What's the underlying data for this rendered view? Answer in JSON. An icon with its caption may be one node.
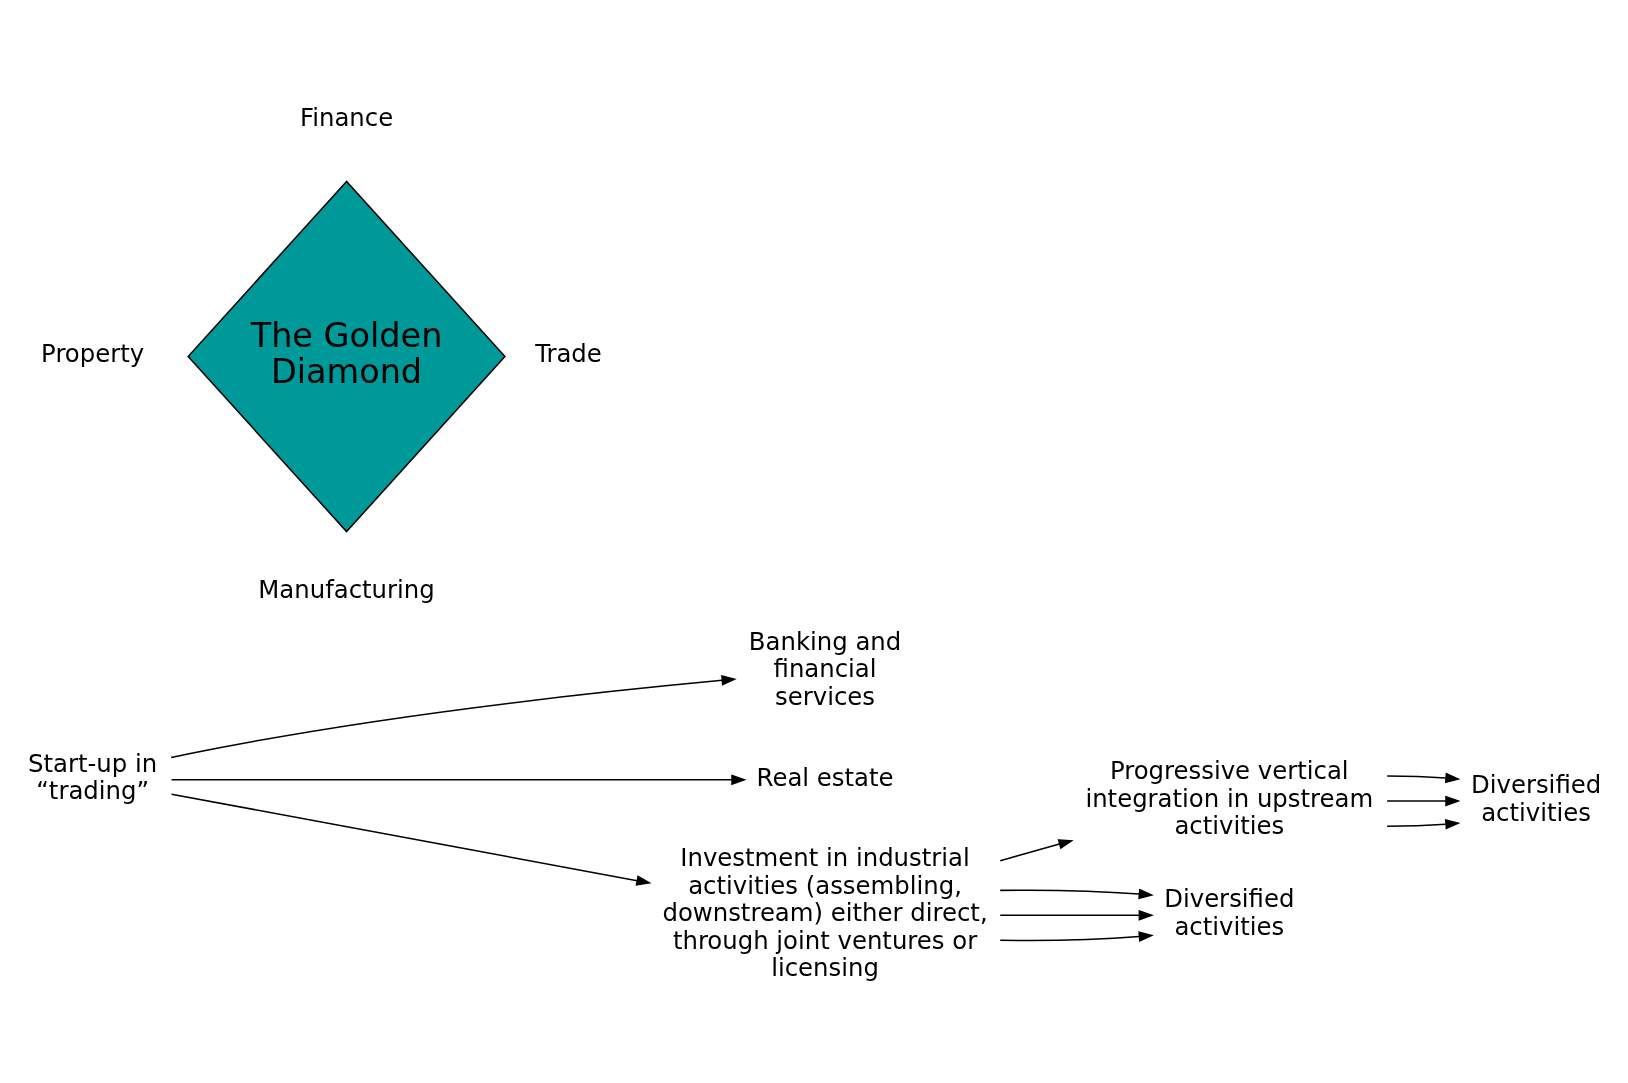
{
  "diagram": {
    "nodes": [
      {
        "text": [
          "Start-up in “trading”"
        ]
      },
      {
        "text": [
          "Banking and financial services"
        ]
      },
      {
        "text": [
          "Real estate"
        ]
      },
      {
        "text": [
          "Progressive vertical integration in upstream activities"
        ]
      },
      {
        "text": [
          "Investment in industrial activities (assembling, downstream) either direct, through joint ventures or licensing"
        ]
      },
      {
        "text": [
          "Diversified activities"
        ]
      },
      {
        "text": [
          "Diversified activities"
        ]
      },
      {
        "text": [
          "The Golden Diamond"
        ],
        "beside": [
          "Finance",
          "Property",
          "Trade",
          "Manufacturing"
        ]
      }
    ],
    "edges": [
      {
        "from": 0,
        "to": 1,
        "arrow": "to"
      },
      {
        "from": 0,
        "to": 2,
        "arrow": "to"
      },
      {
        "from": 0,
        "to": 4,
        "arrow": "to"
      },
      {
        "from": 4,
        "to": 3,
        "arrow": "to"
      },
      {
        "from": 3,
        "to": 5,
        "arrow": "to"
      },
      {
        "from": 3,
        "to": 5,
        "arrow": "to"
      },
      {
        "from": 3,
        "to": 5,
        "arrow": "to"
      },
      {
        "from": 4,
        "to": 6,
        "arrow": "to"
      },
      {
        "from": 4,
        "to": 6,
        "arrow": "to"
      },
      {
        "from": 4,
        "to": 6,
        "arrow": "to"
      }
    ]
  }
}
